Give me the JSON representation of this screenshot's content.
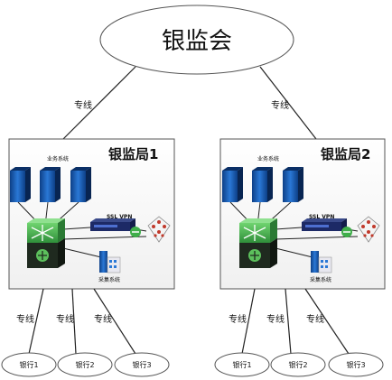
{
  "top": {
    "label": "银监会"
  },
  "links": {
    "line_label": "专线"
  },
  "regions": [
    {
      "title": "银监局1",
      "business_system": "业务系统",
      "vpn_label": "SSL VPN",
      "collect_system": "采集系统",
      "banks": [
        "银行1",
        "银行2",
        "银行3"
      ]
    },
    {
      "title": "银监局2",
      "business_system": "业务系统",
      "vpn_label": "SSL VPN",
      "collect_system": "采集系统",
      "banks": [
        "银行1",
        "银行2",
        "银行3"
      ]
    }
  ],
  "icons": {
    "server": "server-icon",
    "core_switch": "core-switch-icon",
    "router": "router-icon",
    "firewall": "firewall-icon",
    "collector": "collector-server-icon"
  },
  "colors": {
    "server_blue": "#1e5fb3",
    "switch_green": "#4caf50",
    "switch_dark": "#1f2a1f",
    "firewall_red": "#c0392b",
    "box_border": "#555555",
    "line": "#222222"
  }
}
